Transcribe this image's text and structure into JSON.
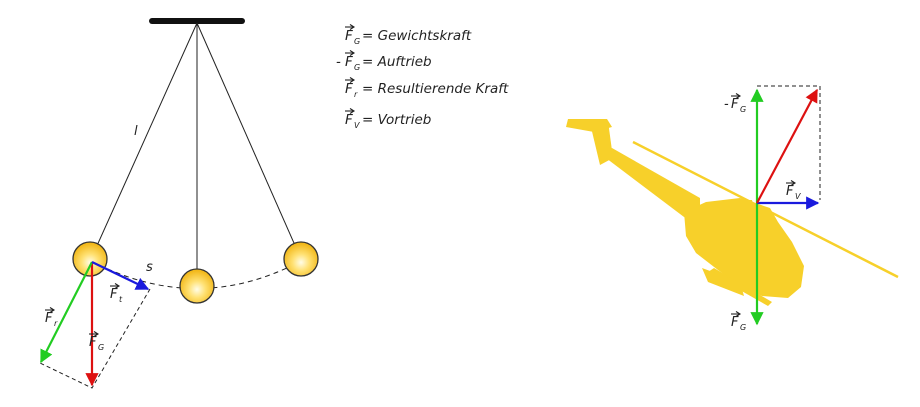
{
  "legend": [
    {
      "symbol": "F",
      "sub": "G",
      "prefix": "",
      "text": "= Gewichtskraft"
    },
    {
      "symbol": "F",
      "sub": "G",
      "prefix": "-",
      "text": "= Auftrieb"
    },
    {
      "symbol": "F",
      "sub": "r",
      "prefix": "",
      "text": "= Resultierende Kraft"
    },
    {
      "symbol": "F",
      "sub": "V",
      "prefix": "",
      "text": "= Vortrieb"
    }
  ],
  "pendulum": {
    "length_label": "l",
    "arc_label": "s",
    "forces": [
      {
        "symbol": "F",
        "sub": "r",
        "color": "#22cc22"
      },
      {
        "symbol": "F",
        "sub": "G",
        "color": "#dd1111"
      },
      {
        "symbol": "F",
        "sub": "t",
        "color": "#1a1add"
      }
    ]
  },
  "helicopter": {
    "body_color": "#f7d02a",
    "forces": [
      {
        "symbol": "F",
        "sub": "G",
        "prefix": "-",
        "color": "#22cc22"
      },
      {
        "symbol": "F",
        "sub": "V",
        "prefix": "",
        "color": "#1a1add"
      },
      {
        "symbol": "F",
        "sub": "G",
        "prefix": "",
        "color": "#22cc22"
      },
      {
        "symbol": "",
        "sub": "",
        "prefix": "",
        "color": "#dd1111"
      }
    ]
  }
}
